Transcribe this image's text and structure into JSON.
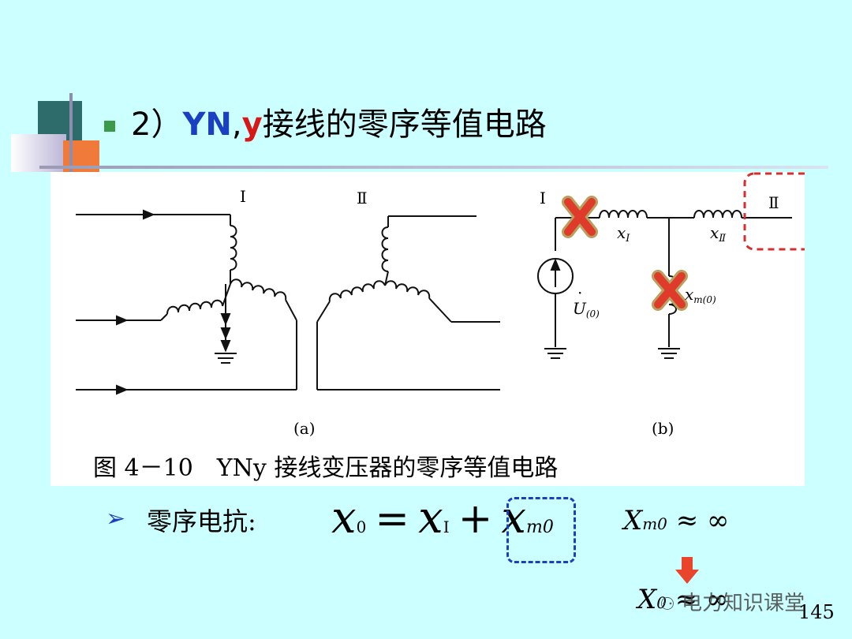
{
  "slide": {
    "title_prefix": "2）",
    "title_yn": "YN",
    "title_comma": ",",
    "title_y": "y",
    "title_rest": "接线的零序等值电路",
    "page_number": "145"
  },
  "figure": {
    "label_I_a": "I",
    "label_II_a": "Ⅱ",
    "label_I_b": "I",
    "label_II_b": "Ⅱ",
    "label_xI": "x",
    "label_xI_sub": "Ⅰ",
    "label_xII": "x",
    "label_xII_sub": "Ⅱ",
    "label_xm": "x",
    "label_xm_sub": "m(0)",
    "label_U": "U",
    "label_U_sub": "(0)",
    "sub_a": "(a)",
    "sub_b": "(b)",
    "caption": "图 4－10　YNy 接线变压器的零序等值电路"
  },
  "reactance": {
    "bullet": "➢",
    "label": "零序电抗:",
    "lhs": "x",
    "lhs_sub": "0",
    "eq": "=",
    "t1": "x",
    "t1_sub": "Ⅰ",
    "plus": "+",
    "t2": "x",
    "t2_sub": "m0"
  },
  "right_formula": {
    "X": "X",
    "X_sub": "m0",
    "approx": "≈ ∞"
  },
  "bottom_formula": {
    "X": "X",
    "X_sub": "0",
    "approx": "≈ ∞"
  },
  "watermark": {
    "text": "电力知识课堂"
  },
  "colors": {
    "background": "#ccffff",
    "accent_blue": "#1a3fc0",
    "accent_red": "#d81818",
    "cross_red": "#e03a2a",
    "dashed_red": "#d03030"
  }
}
